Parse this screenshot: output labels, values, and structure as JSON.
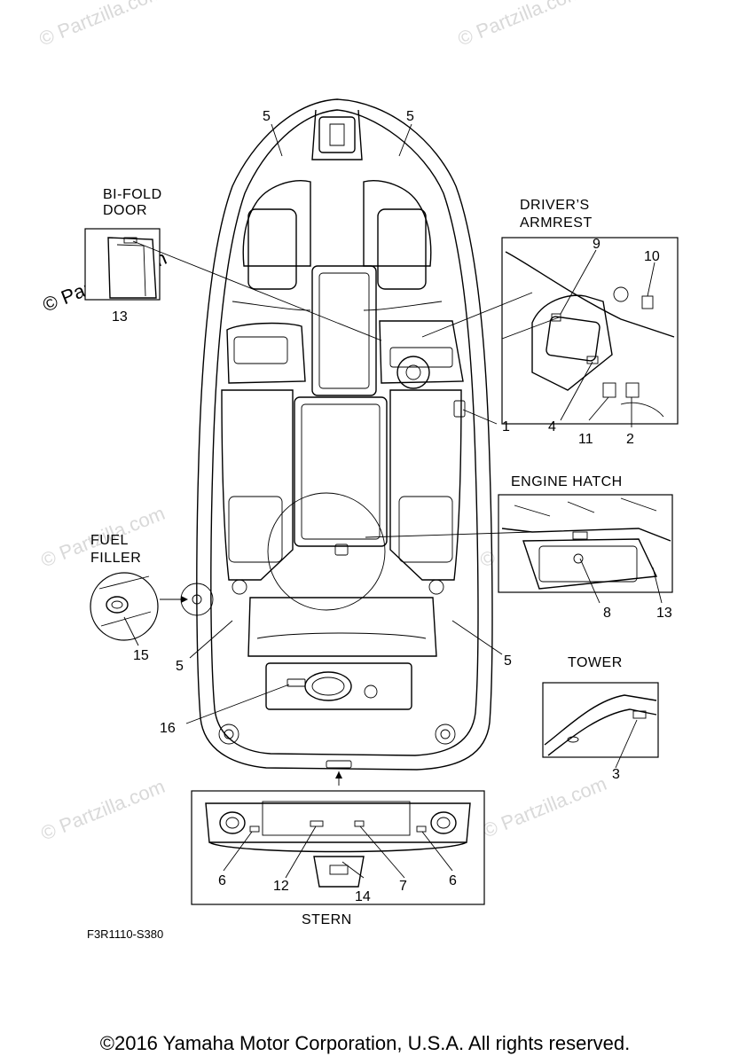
{
  "watermark": {
    "text": "© Partzilla.com",
    "color": "#d9d9d9"
  },
  "labels": {
    "bifold_line1": "BI-FOLD",
    "bifold_line2": "DOOR",
    "armrest_line1": "DRIVER’S",
    "armrest_line2": "ARMREST",
    "engine_hatch": "ENGINE HATCH",
    "fuel_line1": "FUEL",
    "fuel_line2": "FILLER",
    "tower": "TOWER",
    "stern": "STERN"
  },
  "callouts": {
    "c5_bow_left": "5",
    "c5_bow_right": "5",
    "c5_aft_left": "5",
    "c5_aft_right": "5",
    "c13_bifold": "13",
    "c13_hatch": "13",
    "c9": "9",
    "c10": "10",
    "c1": "1",
    "c4": "4",
    "c11": "11",
    "c2": "2",
    "c8": "8",
    "c15": "15",
    "c16": "16",
    "c3": "3",
    "c6_left": "6",
    "c6_right": "6",
    "c12": "12",
    "c14": "14",
    "c7": "7"
  },
  "figure_code": "F3R1110-S380",
  "copyright": "©2016  Yamaha Motor Corporation, U.S.A. All rights reserved."
}
